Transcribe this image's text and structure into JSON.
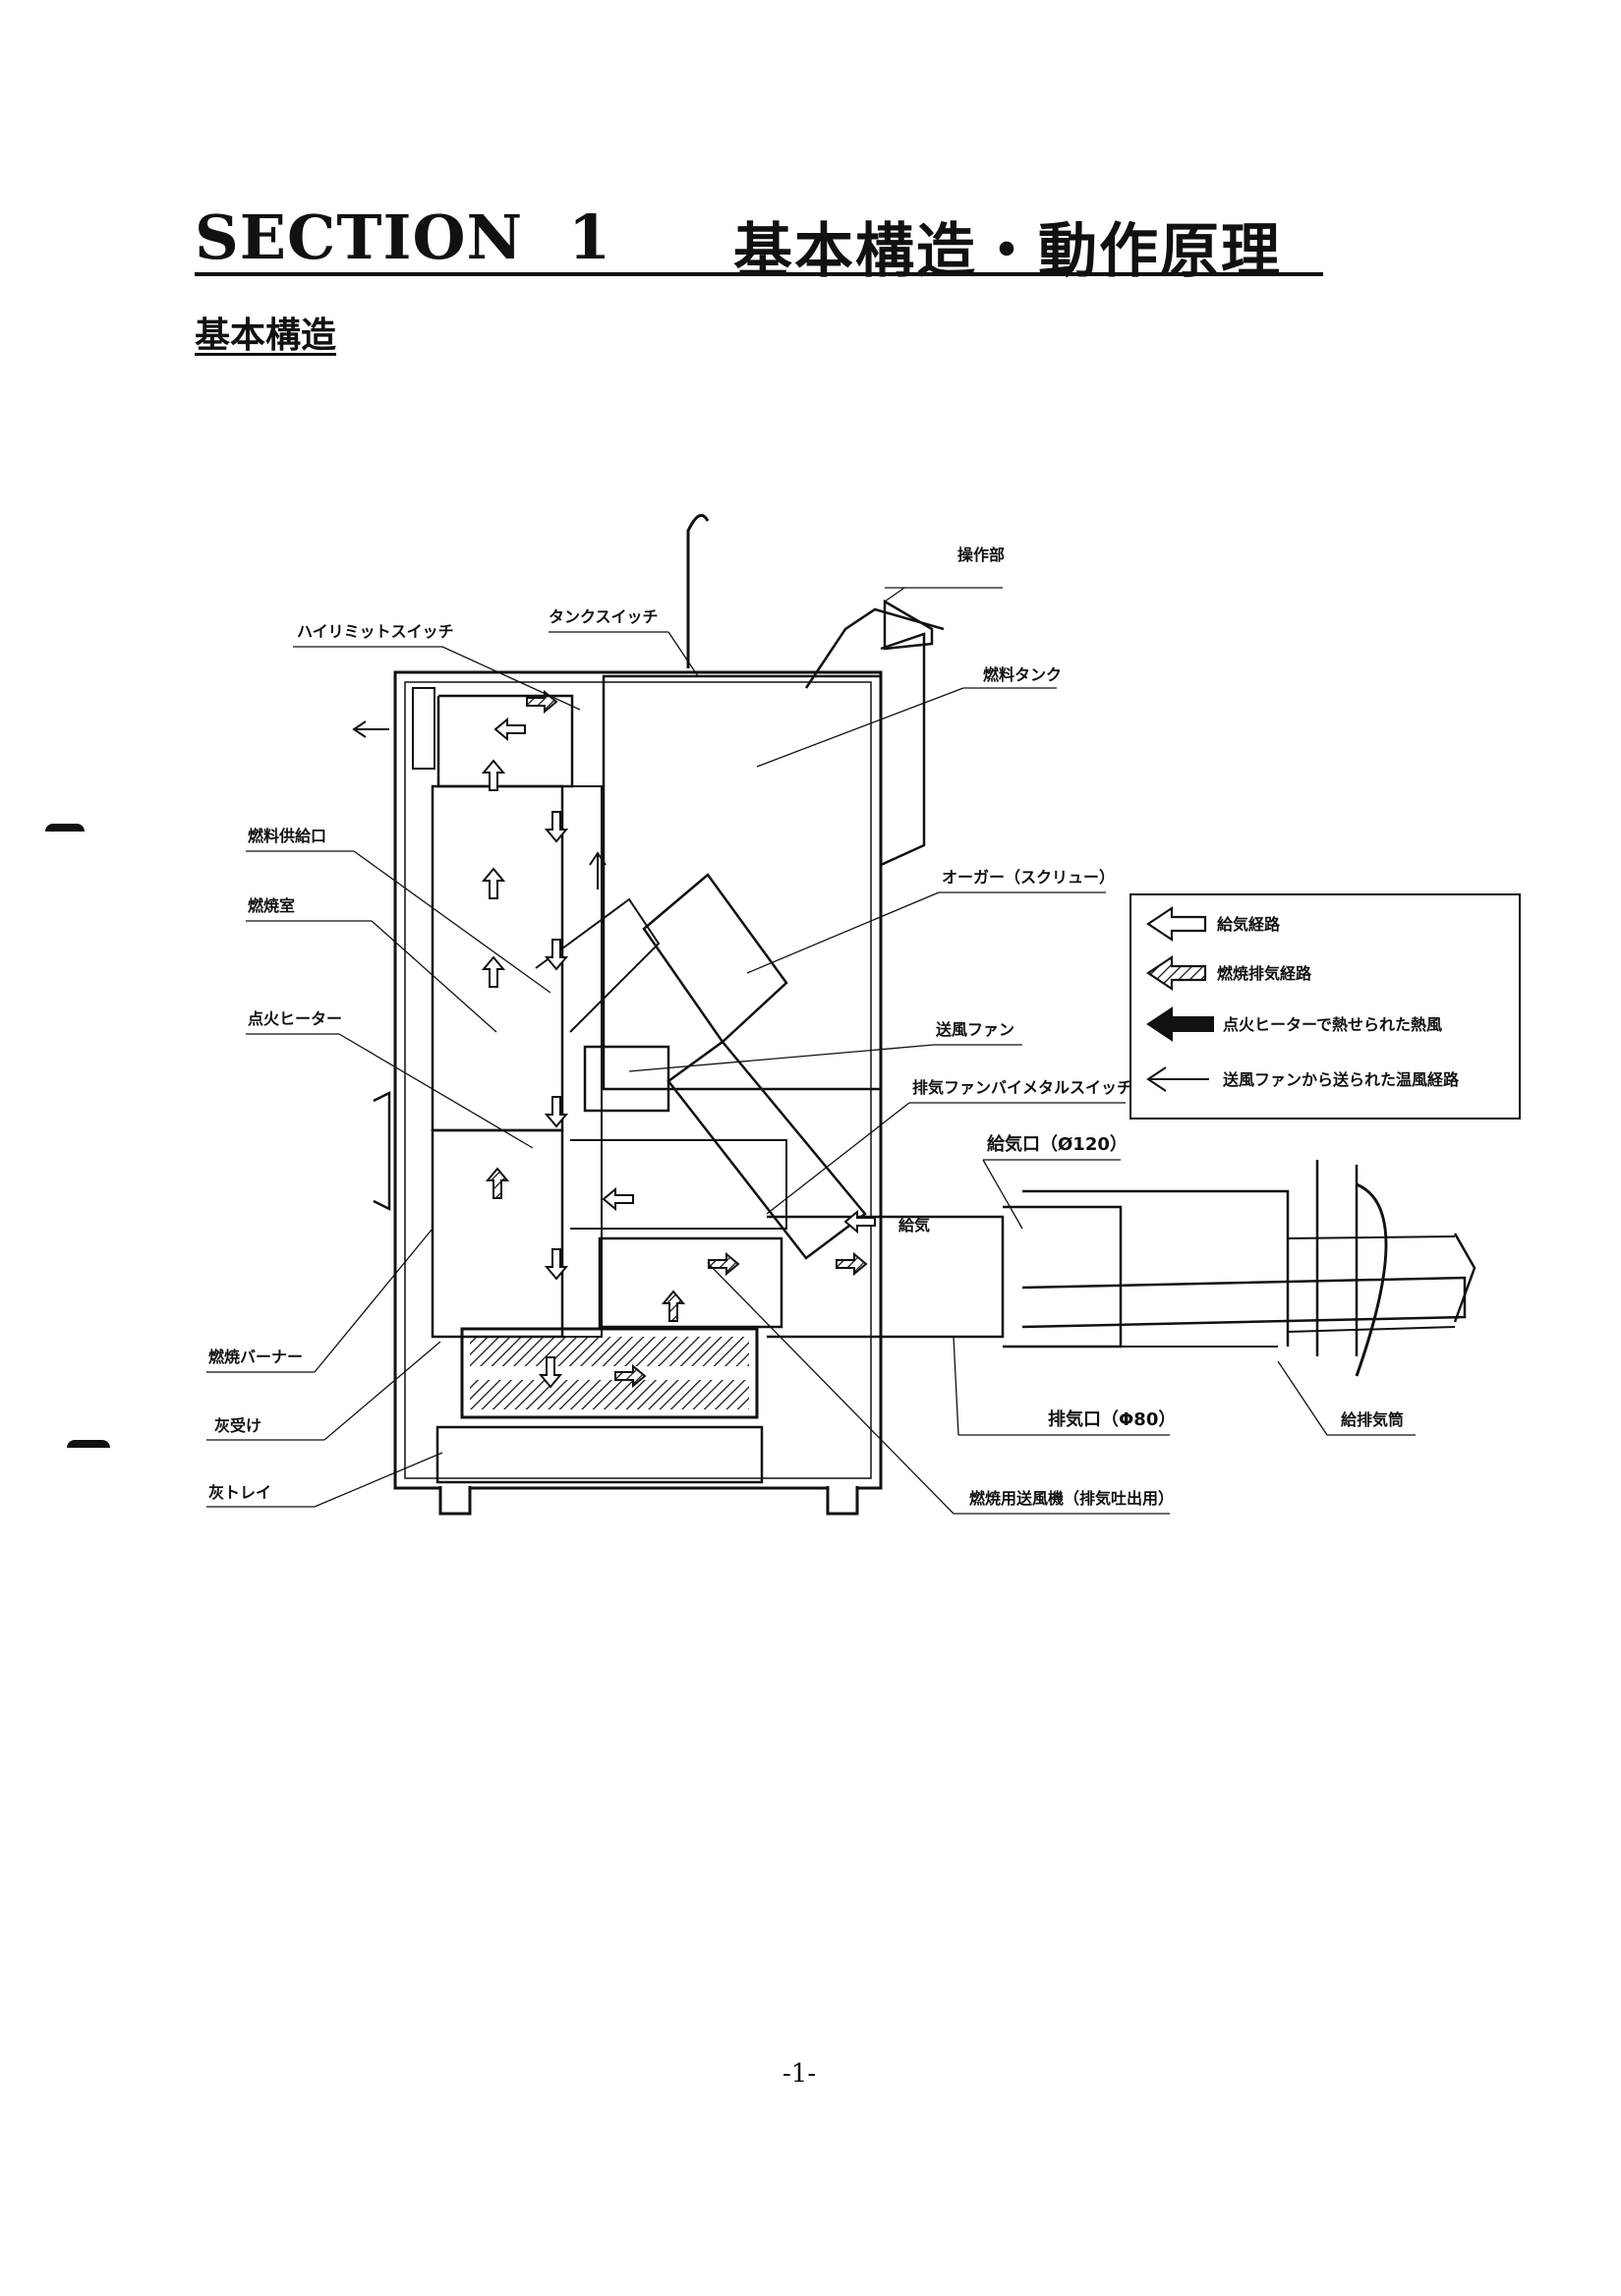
{
  "header": {
    "section_word": "SECTION",
    "section_number": "1",
    "section_title": "基本構造・動作原理"
  },
  "subsection_title": "基本構造",
  "diagram": {
    "labels": {
      "control_panel": "操作部",
      "tank_switch": "タンクスイッチ",
      "high_limit_switch": "ハイリミットスイッチ",
      "fuel_tank": "燃料タンク",
      "fuel_inlet": "燃料供給口",
      "combustion_chamber": "燃焼室",
      "auger": "オーガー（スクリュー）",
      "ignition_heater": "点火ヒーター",
      "blower_fan": "送風ファン",
      "exhaust_bimetal_switch": "排気ファンバイメタルスイッチ",
      "intake_port": "給気口（Ø120）",
      "intake": "給気",
      "burner": "燃焼バーナー",
      "ash_receiver": "灰受け",
      "ash_tray": "灰トレイ",
      "exhaust_port": "排気口（Φ80）",
      "intake_exhaust_pipe": "給排気筒",
      "combustion_blower": "燃焼用送風機（排気吐出用）"
    },
    "legend": [
      {
        "icon": "outline-arrow-icon",
        "label": "給気経路"
      },
      {
        "icon": "hatched-arrow-icon",
        "label": "燃焼排気経路"
      },
      {
        "icon": "solid-arrow-icon",
        "label": "点火ヒーターで熱せられた熱風"
      },
      {
        "icon": "thin-arrow-icon",
        "label": "送風ファンから送られた温風経路"
      }
    ]
  },
  "footer": {
    "page_number": "-1-"
  }
}
